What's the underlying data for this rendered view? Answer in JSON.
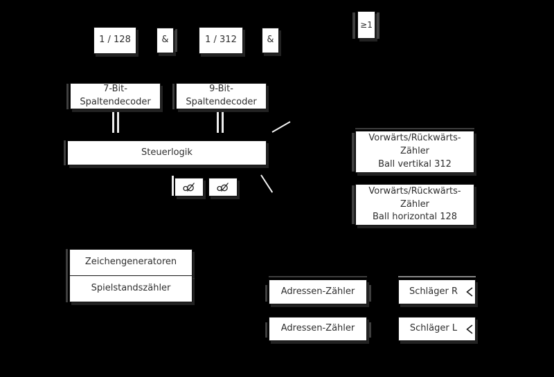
{
  "colors": {
    "background": "#000000",
    "box_fill": "#ffffff",
    "box_border": "#141414",
    "text": "#2e2e2e",
    "bus_line": "#ededed",
    "shadow_stub": "#3f3f3f"
  },
  "boxes": {
    "divider_128": {
      "label": "1 / 128"
    },
    "and_gate_1": {
      "label": "&"
    },
    "divider_312": {
      "label": "1 / 312"
    },
    "and_gate_2": {
      "label": "&"
    },
    "or_gate": {
      "label": "≥1"
    },
    "decoder_7bit": {
      "lines": [
        "7-Bit-",
        "Spaltendecoder"
      ]
    },
    "decoder_9bit": {
      "lines": [
        "9-Bit-",
        "Spaltendecoder"
      ]
    },
    "steuerlogik": {
      "label": "Steuerlogik"
    },
    "monoflop_1": {
      "icon": "monoflop-symbol"
    },
    "monoflop_2": {
      "icon": "monoflop-symbol"
    },
    "ball_vertical_counter": {
      "lines": [
        "Vorwärts/Rückwärts-",
        "Zähler",
        "Ball vertikal 312"
      ]
    },
    "ball_horizontal_counter": {
      "lines": [
        "Vorwärts/Rückwärts-",
        "Zähler",
        "Ball horizontal 128"
      ]
    },
    "zeichengeneratoren": {
      "label": "Zeichengeneratoren"
    },
    "spielstandszaehler": {
      "label": "Spielstandszähler"
    },
    "adressen_zaehler_1": {
      "label": "Adressen-Zähler"
    },
    "adressen_zaehler_2": {
      "label": "Adressen-Zähler"
    },
    "schlaeger_r": {
      "label": "Schläger R"
    },
    "schlaeger_l": {
      "label": "Schläger L"
    }
  }
}
